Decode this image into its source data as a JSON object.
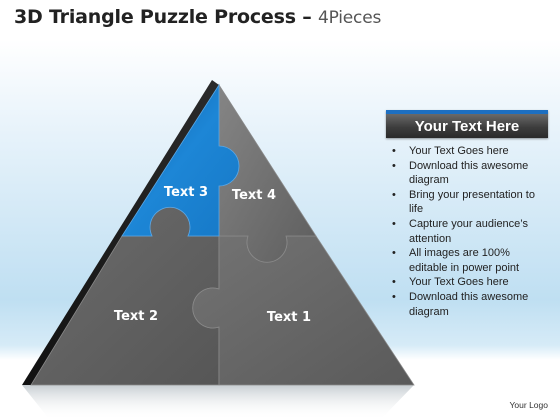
{
  "title": {
    "main": "3D Triangle Puzzle Process –",
    "sub": "4Pieces"
  },
  "diagram": {
    "pieces": [
      {
        "label": "Text 3",
        "color": "#1a7fd1"
      },
      {
        "label": "Text 4",
        "color": "#6f6f6f"
      },
      {
        "label": "Text 2",
        "color": "#666666"
      },
      {
        "label": "Text 1",
        "color": "#6a6a6a"
      }
    ]
  },
  "panel": {
    "header": "Your Text Here",
    "bullets": [
      "Your Text Goes here",
      "Download this awesome diagram",
      "Bring your presentation to life",
      "Capture your audience’s attention",
      "All images are 100% editable in power point",
      "Your Text Goes here",
      "Download this awesome diagram"
    ]
  },
  "footer": {
    "logo": "Your Logo"
  },
  "colors": {
    "accent_blue": "#1a7fd1",
    "piece_gray": "#6a6a6a",
    "edge_dark": "#1e1e1e"
  }
}
